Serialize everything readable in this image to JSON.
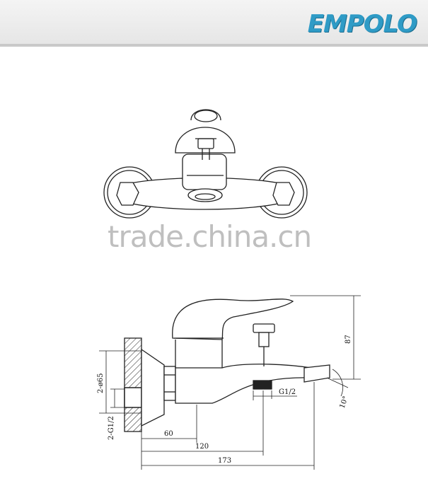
{
  "brand": {
    "logo_text": "EMPOLO",
    "color": "#2f9bc6"
  },
  "watermark": {
    "text": "trade.china.cn"
  },
  "dimensions": {
    "height": "87",
    "angle": "10°",
    "outlet_thread": "G1/2",
    "inlet_diameter": "2-ø65",
    "inlet_thread": "2-G1/2",
    "centre_depth": "60",
    "outlet_offset": "120",
    "total_length": "173"
  }
}
